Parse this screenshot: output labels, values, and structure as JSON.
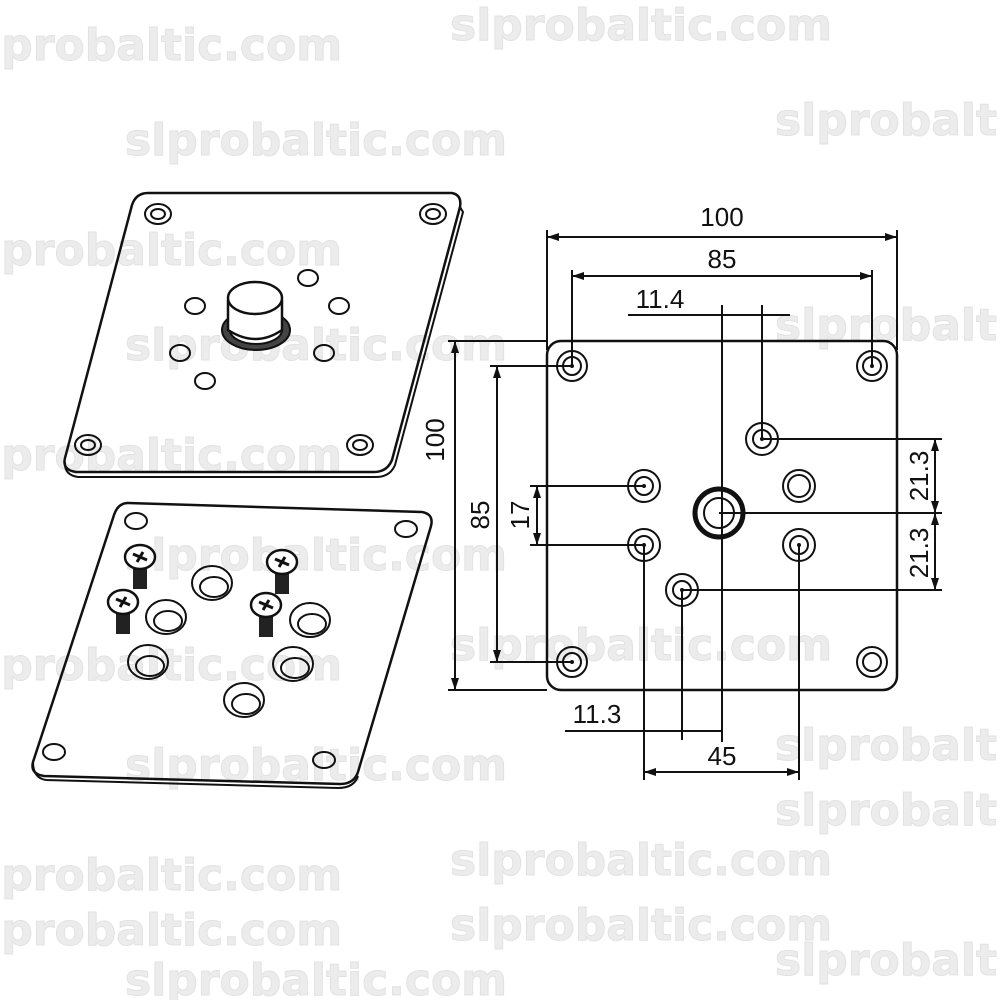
{
  "watermark": "slprobaltic.com",
  "dimensions": {
    "top_width": "100",
    "top_hole_spacing": "85",
    "center_offset_top": "11.4",
    "left_height": "100",
    "left_hole_spacing": "85",
    "inner_spacing": "17",
    "right_upper": "21.3",
    "right_lower": "21.3",
    "bottom_offset": "11.3",
    "bottom_spacing": "45"
  }
}
